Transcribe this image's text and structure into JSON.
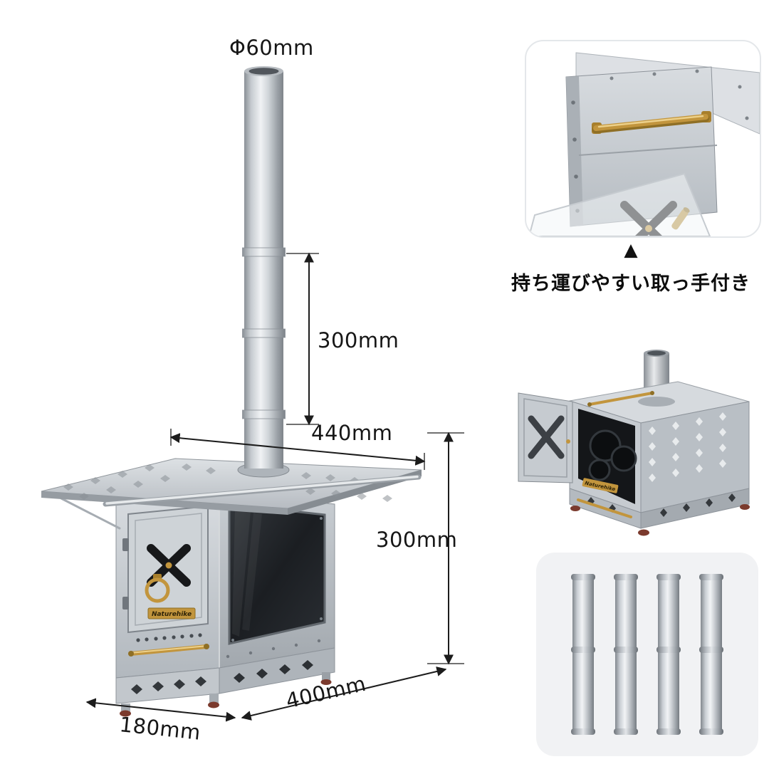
{
  "scene": {
    "background": "#ffffff"
  },
  "dimensions": {
    "chimney_diameter_label": "Φ60mm",
    "chimney_segment_length_label": "300mm",
    "table_width_label": "440mm",
    "body_height_label": "300mm",
    "body_depth_label": "400mm",
    "body_width_label": "180mm"
  },
  "callout": {
    "pointer_glyph": "▲",
    "caption": "持ち運びやすい取っ手付き"
  },
  "branding": {
    "logo_text": "Naturehike"
  },
  "pipes_card": {
    "segment_count": 4
  },
  "colors": {
    "metal_light": "#eef0f2",
    "metal_mid": "#b9bec4",
    "metal_dark": "#878d93",
    "brass": "#c2953d",
    "glass": "#1e2124",
    "dimension_line": "#1c1c1c",
    "text": "#141414",
    "card_border": "#e4e7ea",
    "pipes_card_bg": "#f1f2f4",
    "foot": "#7b3a2d"
  }
}
